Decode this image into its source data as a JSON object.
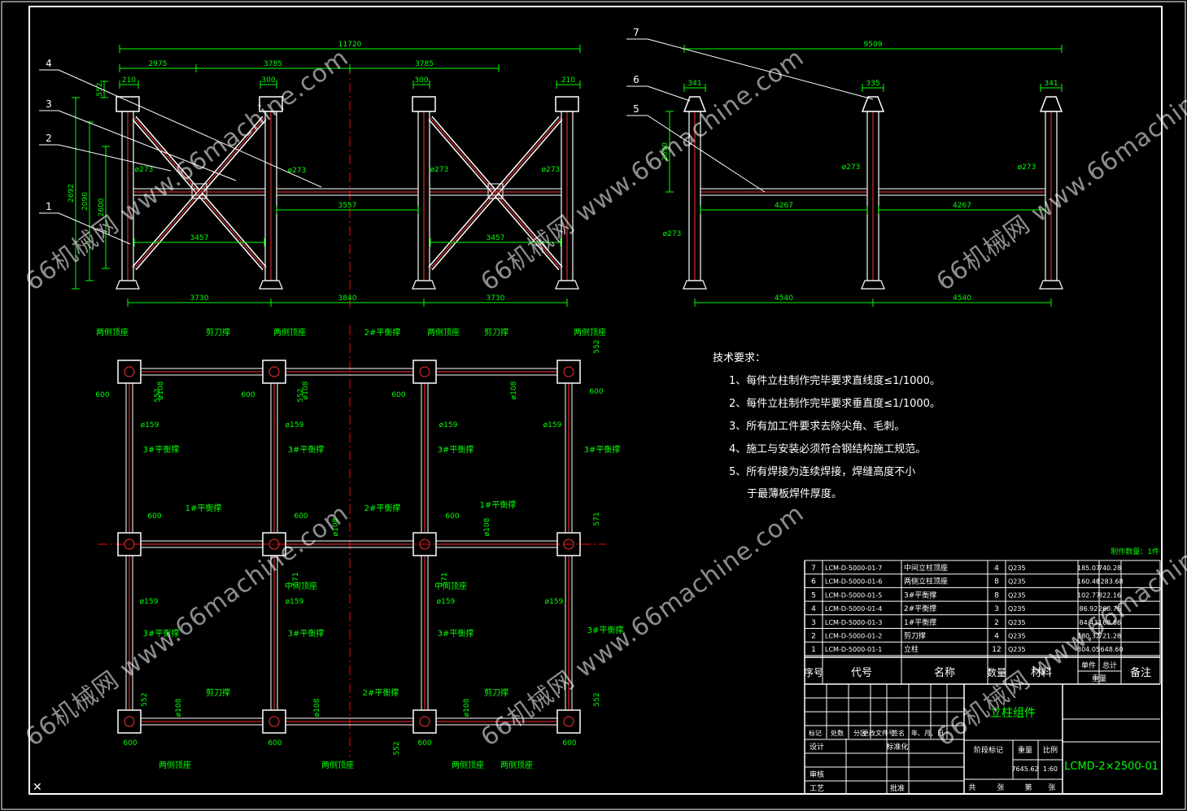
{
  "colors": {
    "frame": "#ffffff",
    "dimension": "#00ff00",
    "member": "#ff3030",
    "centerline": "#ff0000",
    "text_green": "#00ff00",
    "table_line": "#ffffff"
  },
  "front_view": {
    "dims_top": [
      "11720",
      "2975",
      "3785",
      "3785",
      "210",
      "300",
      "300",
      "210",
      "552"
    ],
    "dims_bottom": [
      "3730",
      "3840",
      "3730"
    ],
    "dims_side": [
      "2692",
      "2090",
      "2600"
    ],
    "mids": [
      "ø273",
      "ø273",
      "ø273",
      "ø273",
      "3457",
      "3557",
      "3457"
    ],
    "callouts": [
      "4",
      "3",
      "2",
      "1"
    ]
  },
  "side_view": {
    "dims_top": [
      "9509",
      "341",
      "335",
      "341"
    ],
    "dims_bottom": [
      "4540",
      "4540"
    ],
    "dims_side": [
      "2690"
    ],
    "mids": [
      "ø273",
      "ø273",
      "ø273",
      "4267",
      "4267"
    ],
    "callouts": [
      "7",
      "6",
      "5"
    ]
  },
  "plan_view": {
    "top_labels": [
      "两侧顶座",
      "剪刀撑",
      "两侧顶座",
      "2#平衡撑",
      "两侧顶座",
      "剪刀撑",
      "两侧顶座"
    ],
    "bottom_labels": [
      "两侧顶座",
      "两侧顶座",
      "两侧顶座",
      "两侧顶座"
    ],
    "mid_labels": [
      "1#平衡撑",
      "2#平衡撑",
      "1#平衡撑",
      "中间顶座",
      "中间顶座",
      "剪刀撑",
      "2#平衡撑",
      "剪刀撑"
    ],
    "brace3_label": "3#平衡撑",
    "dims": [
      "600",
      "552",
      "ø108",
      "ø159",
      "571"
    ]
  },
  "tech": {
    "heading": "技术要求：",
    "items": [
      "1、每件立柱制作完毕要求直线度≤1/1000。",
      "2、每件立柱制作完毕要求垂直度≤1/1000。",
      "3、所有加工件要求去除尖角、毛刺。",
      "4、施工与安装必须符合钢结构施工规范。",
      "5、所有焊接为连续焊接，焊缝高度不小",
      "于最薄板焊件厚度。"
    ]
  },
  "bom": {
    "qty_note": "制作数量：1件",
    "rows": [
      {
        "no": "7",
        "code": "LCM-D-5000-01-7",
        "name": "中间立柱顶座",
        "qty": "4",
        "mat": "Q235",
        "unit": "185.07",
        "total": "740.28"
      },
      {
        "no": "6",
        "code": "LCM-D-5000-01-6",
        "name": "两侧立柱顶座",
        "qty": "8",
        "mat": "Q235",
        "unit": "160.46",
        "total": "1283.68"
      },
      {
        "no": "5",
        "code": "LCM-D-5000-01-5",
        "name": "3#平衡撑",
        "qty": "8",
        "mat": "Q235",
        "unit": "102.77",
        "total": "822.16"
      },
      {
        "no": "4",
        "code": "LCM-D-5000-01-4",
        "name": "2#平衡撑",
        "qty": "3",
        "mat": "Q235",
        "unit": "86.92",
        "total": "260.76"
      },
      {
        "no": "3",
        "code": "LCM-D-5000-01-3",
        "name": "1#平衡撑",
        "qty": "2",
        "mat": "Q235",
        "unit": "84.43",
        "total": "168.86"
      },
      {
        "no": "2",
        "code": "LCM-D-5000-01-2",
        "name": "剪刀撑",
        "qty": "4",
        "mat": "Q235",
        "unit": "180.32",
        "total": "721.28"
      },
      {
        "no": "1",
        "code": "LCM-D-5000-01-1",
        "name": "立柱",
        "qty": "12",
        "mat": "Q235",
        "unit": "304.05",
        "total": "3648.60"
      }
    ],
    "headers": {
      "no": "序号",
      "code": "代号",
      "name": "名称",
      "qty": "数量",
      "mat": "材料",
      "unit": "单件",
      "total": "总计",
      "weight": "重量",
      "remark": "备注"
    },
    "title_block": {
      "part_name": "立柱组件",
      "drawing_no": "LCMD-2×2500-01",
      "mass": "7645.62",
      "scale": "1:60",
      "labels": [
        "标记",
        "处数",
        "分区",
        "更改文件号",
        "签名",
        "年、月、日",
        "设计",
        "标准化",
        "审核",
        "工艺",
        "批准",
        "阶段标记",
        "重量",
        "比例",
        "共",
        "张",
        "第",
        "张"
      ]
    }
  },
  "watermark": "66机械网 www.66machine.com"
}
